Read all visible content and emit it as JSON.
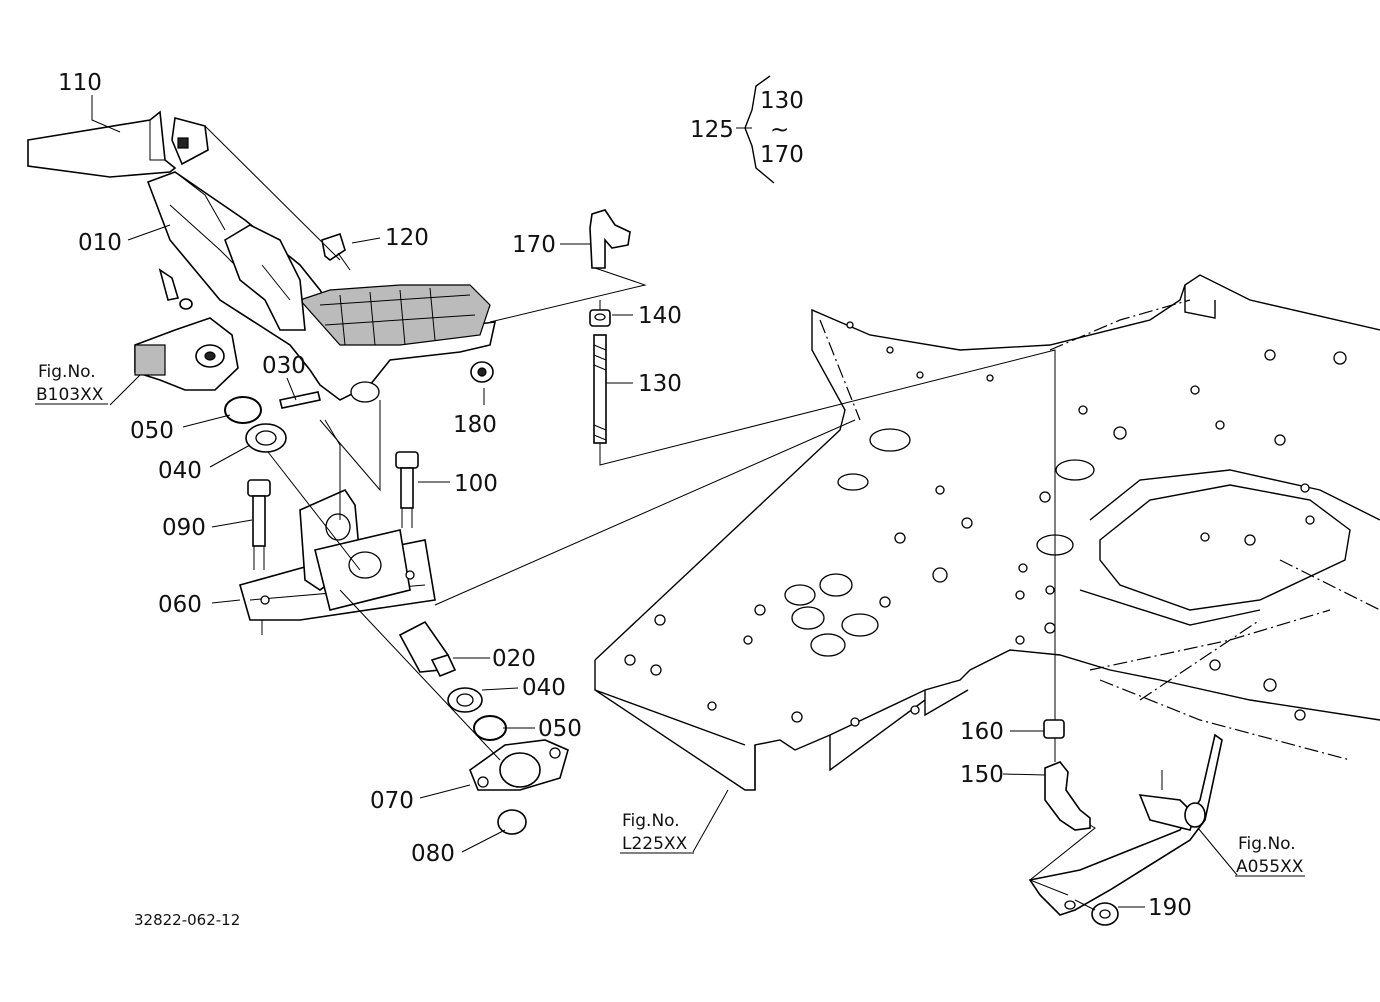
{
  "callouts": {
    "p110": "110",
    "p010": "010",
    "p120": "120",
    "p170": "170",
    "p140": "140",
    "p130": "130",
    "p030": "030",
    "p180": "180",
    "p050a": "050",
    "p040a": "040",
    "p100": "100",
    "p090": "090",
    "p060": "060",
    "p020": "020",
    "p040b": "040",
    "p050b": "050",
    "p070": "070",
    "p080": "080",
    "p160": "160",
    "p150": "150",
    "p190": "190"
  },
  "assembly": {
    "p125": "125",
    "range_start": "130",
    "range_sep": "~",
    "range_end": "170"
  },
  "fig_refs": {
    "b103": {
      "label": "Fig.No.",
      "code": "B103XX"
    },
    "l225": {
      "label": "Fig.No.",
      "code": "L225XX"
    },
    "a055": {
      "label": "Fig.No.",
      "code": "A055XX"
    }
  },
  "drawing_number": "32822-062-12"
}
